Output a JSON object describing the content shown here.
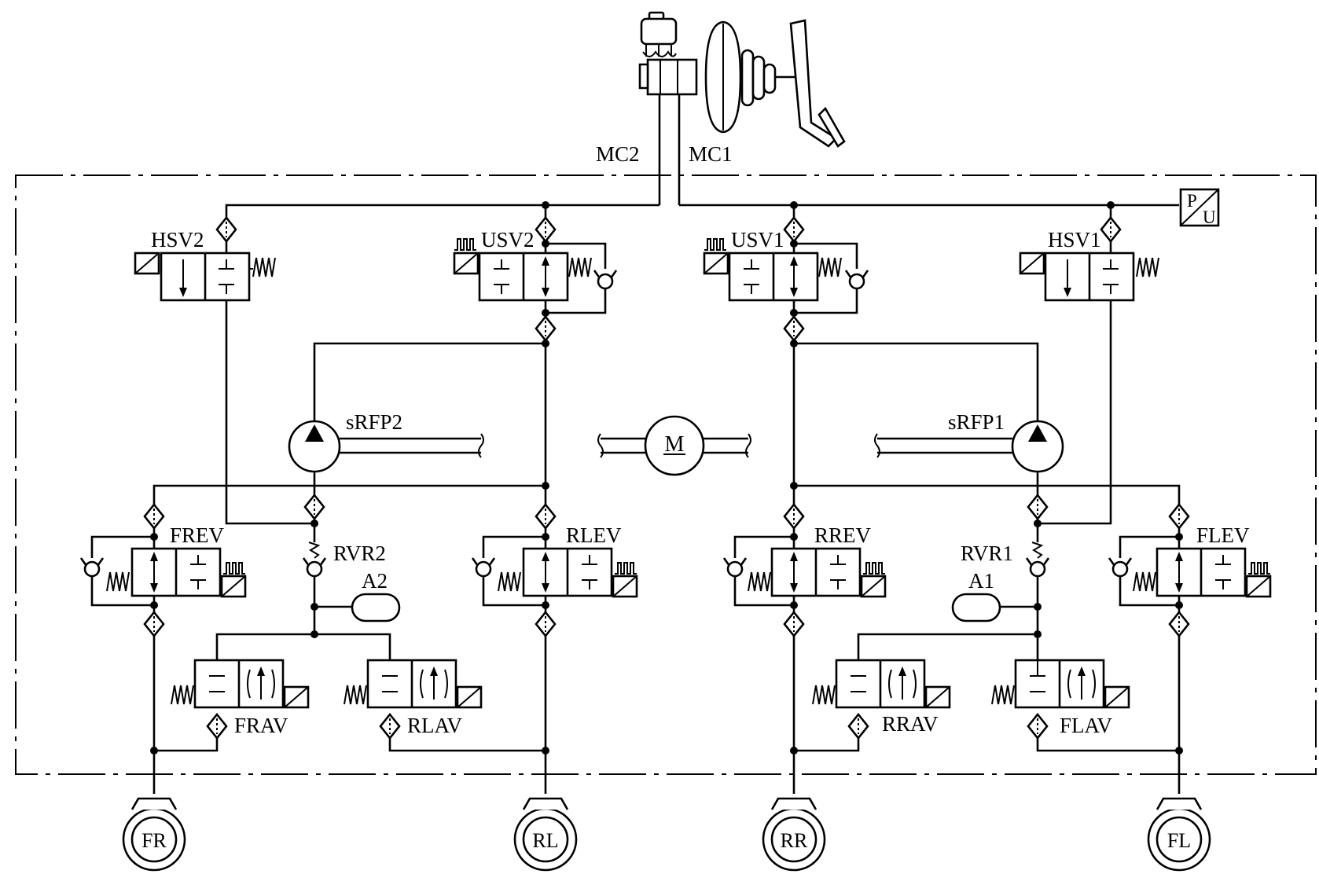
{
  "labels": {
    "mc2": "MC2",
    "mc1": "MC1",
    "hsv2": "HSV2",
    "usv2": "USV2",
    "usv1": "USV1",
    "hsv1": "HSV1",
    "srfp2": "sRFP2",
    "srfp1": "sRFP1",
    "motor": "M",
    "frev": "FREV",
    "rvr2": "RVR2",
    "a2": "A2",
    "rlev": "RLEV",
    "rrev": "RREV",
    "rvr1": "RVR1",
    "a1": "A1",
    "flev": "FLEV",
    "frav": "FRAV",
    "rlav": "RLAV",
    "rrav": "RRAV",
    "flav": "FLAV",
    "wheel_fr": "FR",
    "wheel_rl": "RL",
    "wheel_rr": "RR",
    "wheel_fl": "FL",
    "sensor_p": "P",
    "sensor_u": "U"
  }
}
